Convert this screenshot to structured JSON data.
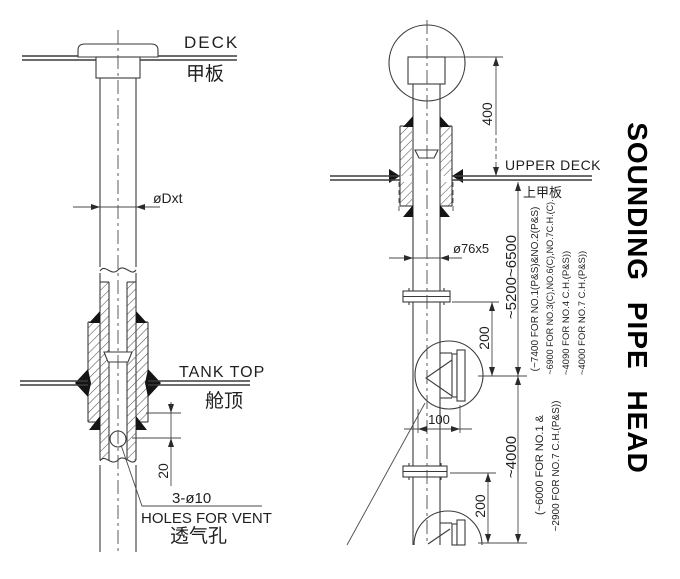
{
  "title": "SOUNDING PIPE HEAD",
  "left_view": {
    "deck_label": "DECK",
    "deck_label_cn": "甲板",
    "pipe_diameter_label": "øDxt",
    "tank_top_label": "TANK TOP",
    "tank_top_label_cn": "舱顶",
    "dim_hole_offset": "20",
    "vent_hole_count_label": "3-ø10",
    "vent_hole_desc_label": "HOLES FOR VENT",
    "vent_hole_label_cn": "透气孔"
  },
  "right_view": {
    "dim_cap_height": "400",
    "upper_deck_label": "UPPER DECK",
    "upper_deck_label_cn": "上甲板",
    "pipe_size_label": "ø76x5",
    "dim_deck_to_branch": "~5200~6500",
    "notes_upper": [
      "(~7400 FOR NO.1(P&S)&NO.2(P&S)",
      "~6900 FOR NO.3(C),NO.6(C),NO.7C.H.(C).",
      "~4090 FOR NO.4 C.H.(P&S))",
      "~4000 FOR NO.7 C.H.(P&S))"
    ],
    "dim_flange_to_branch_upper": "200",
    "dim_branch_offset": "100",
    "dim_branch_to_bottom": "~4000",
    "dim_flange_to_branch_lower": "200",
    "notes_lower": [
      "(~6000 FOR NO.1 &",
      "~2900 FOR NO.7 C.H.(P&S))"
    ]
  },
  "colors": {
    "line": "#3b3b3b",
    "text": "#1f1f1f",
    "title": "#000000",
    "background": "#ffffff"
  }
}
